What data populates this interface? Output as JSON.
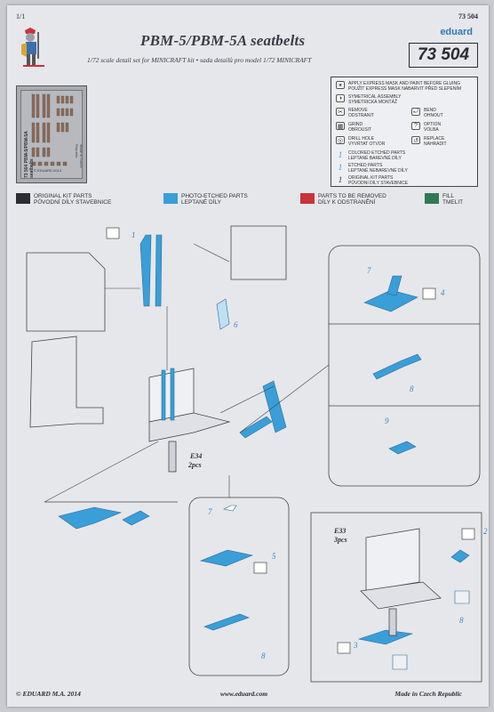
{
  "header": {
    "page_number": "1/1",
    "product_code_top": "73 504",
    "title": "PBM-5/PBM-5A seatbelts",
    "subtitle": "1/72 scale detail set for MINICRAFT kit  •  sada detailů pro model 1/72 MINICRAFT",
    "brand": "eduard",
    "product_code": "73 504"
  },
  "fret": {
    "side_text": "73 504  PBM-5/PBM-5A seatbelts",
    "made_in": "Made in Czech Republic",
    "copyright": "© EDUARD 2014"
  },
  "legend": {
    "items": [
      {
        "icon": "✶",
        "text": "APPLY EXPRESS MASK AND PAINT BEFORE GLUING\nPOUŽÍT EXPRESS MASK NABARVIT PŘED SLEPENÍM"
      },
      {
        "icon": "◑",
        "text": "SYMETRICAL ASSEMBLY\nSYMETRICKÁ MONTÁŽ"
      },
      {
        "icon": "✂",
        "text": "REMOVE\nODSTRANIT"
      },
      {
        "icon": "⤾",
        "text": "BEND\nOHNOUT"
      },
      {
        "icon": "▦",
        "text": "GRIND\nOBROUSIT"
      },
      {
        "icon": "?",
        "text": "OPTION\nVOLBA"
      },
      {
        "icon": "◎",
        "text": "DRILL HOLE\nVYVRTAT OTVOR"
      },
      {
        "icon": "↺",
        "text": "REPLACE\nNAHRADIT"
      },
      {
        "icon": "1",
        "text": "COLORED ETCHED PARTS\nLEPTANÉ BAREVNÉ DÍLY"
      },
      {
        "icon": "1",
        "text": "ETCHED PARTS\nLEPTANÉ NEBAREVNÉ DÍLY"
      },
      {
        "icon": "1",
        "text": "ORIGINAL KIT PARTS\nPŮVODNÍ DÍLY STAVEBNICE"
      }
    ]
  },
  "color_bar": [
    {
      "label": "ORIGINAL KIT PARTS\nPŮVODNÍ DÍLY STAVEBNICE",
      "color": "#2b2d33"
    },
    {
      "label": "PHOTO-ETCHED PARTS\nLEPTANÉ DÍLY",
      "color": "#3a9ed8"
    },
    {
      "label": "PARTS TO BE REMOVED\nDÍLY K ODSTRANĚNÍ",
      "color": "#c9333b"
    },
    {
      "label": "FILL\nTMELIT",
      "color": "#2f7a55"
    }
  ],
  "diagram": {
    "part_numbers": {
      "p1": "1",
      "p6": "6",
      "p7a": "7",
      "p4": "4",
      "p8a": "8",
      "p9": "9",
      "p7b": "7",
      "p5": "5",
      "p8b": "8",
      "p2": "2",
      "p3": "3",
      "p8c": "8"
    },
    "labels": {
      "e34": "E34",
      "e34_qty": "2pcs",
      "e33": "E33",
      "e33_qty": "3pcs"
    }
  },
  "footer": {
    "copyright": "© EDUARD  M.A. 2014",
    "website": "www.eduard.com",
    "made_in": "Made in Czech Republic"
  },
  "colors": {
    "accent_blue": "#3a9ed8",
    "line": "#444",
    "paper": "#e6e7eb"
  }
}
